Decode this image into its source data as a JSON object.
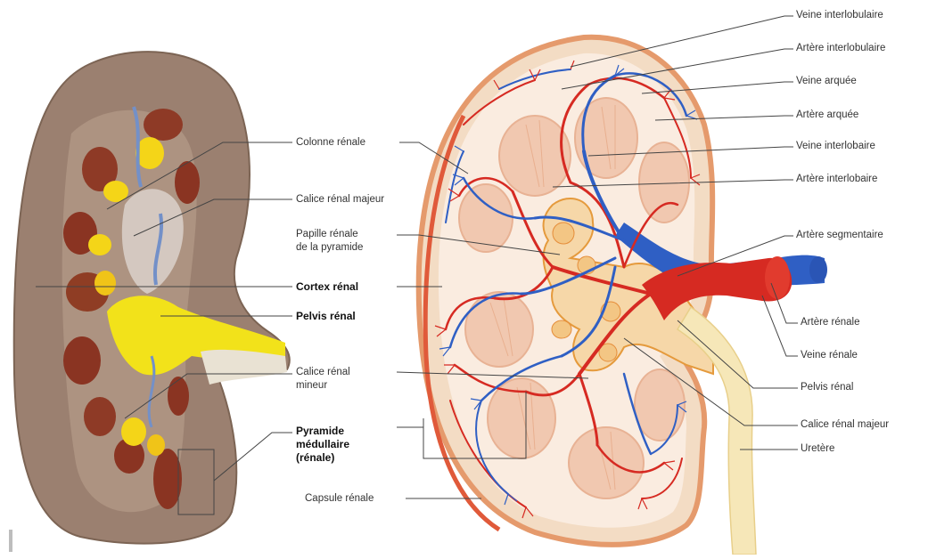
{
  "colors": {
    "artery": "#d62a22",
    "vein": "#2f5fc4",
    "cortex": "#f6e3cf",
    "pelvis_yellow": "#f2e21a",
    "specimen": "#9a7f6d",
    "ureter": "#f4e7b8"
  },
  "labels": {
    "colonne_renale": "Colonne rénale",
    "calice_majeur_left": "Calice rénal majeur",
    "papille_line1": "Papille rénale",
    "papille_line2": "de la pyramide",
    "cortex_renal": "Cortex rénal",
    "pelvis_renal_left": "Pelvis rénal",
    "calice_mineur_line1": "Calice rénal",
    "calice_mineur_line2": "mineur",
    "pyramide_line1": "Pyramide",
    "pyramide_line2": "médullaire",
    "pyramide_line3": "(rénale)",
    "capsule_renale": "Capsule rénale",
    "veine_interlobulaire": "Veine interlobulaire",
    "artere_interlobulaire": "Artère interlobulaire",
    "veine_arquee": "Veine arquée",
    "artere_arquee": "Artère arquée",
    "veine_interlobaire": "Veine interlobaire",
    "artere_interlobaire": "Artère interlobaire",
    "artere_segmentaire": "Artère segmentaire",
    "artere_renale": "Artère rénale",
    "veine_renale": "Veine rénale",
    "pelvis_renal_right": "Pelvis rénal",
    "calice_majeur_right": "Calice rénal majeur",
    "uretere": "Uretère"
  }
}
